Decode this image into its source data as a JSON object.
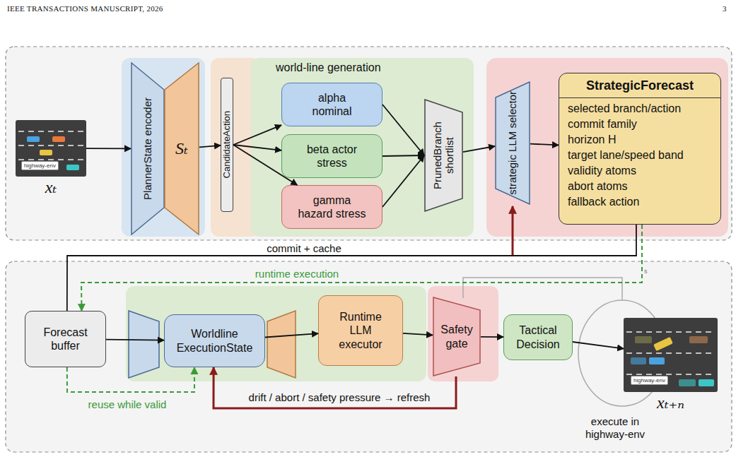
{
  "diagram": {
    "nodes": [
      {
        "text": [
          "highway-env",
          "xₜ"
        ]
      },
      {
        "text": [
          "PlannerState encoder"
        ]
      },
      {
        "text": [
          "Sₜ"
        ]
      },
      {
        "text": [
          "CandidateAction"
        ]
      },
      {
        "text": [
          "world-line generation"
        ]
      },
      {
        "text": [
          "alpha nominal"
        ],
        "in": 4
      },
      {
        "text": [
          "beta actor stress"
        ],
        "in": 4
      },
      {
        "text": [
          "gamma hazard stress"
        ],
        "in": 4
      },
      {
        "text": [
          "PrunedBranch shortlist"
        ],
        "in": 4
      },
      {
        "text": [
          "strategic LLM selector"
        ]
      },
      {
        "text": [
          "StrategicForecast",
          "selected branch/action",
          "commit family",
          "horizon H",
          "target lane/speed band",
          "validity atoms",
          "abort atoms",
          "fallback action"
        ]
      },
      {
        "text": [
          "Forecast buffer"
        ]
      },
      {
        "text": [
          "Worldline ExecutionState"
        ]
      },
      {
        "text": [
          "Runtime LLM executor"
        ]
      },
      {
        "text": [
          "Safety gate"
        ]
      },
      {
        "text": [
          "Tactical Decision"
        ]
      },
      {
        "text": [
          "highway-env",
          "xₜ₊ₙ"
        ]
      }
    ],
    "edges": [
      {
        "from": 0,
        "to": 1,
        "arrow": "to"
      },
      {
        "from": 2,
        "to": 3,
        "arrow": "to"
      },
      {
        "from": 3,
        "to": 5,
        "arrow": "to"
      },
      {
        "from": 3,
        "to": 6,
        "arrow": "to"
      },
      {
        "from": 3,
        "to": 7,
        "arrow": "to"
      },
      {
        "from": 5,
        "to": 8,
        "arrow": "to"
      },
      {
        "from": 6,
        "to": 8,
        "arrow": "to"
      },
      {
        "from": 7,
        "to": 8,
        "arrow": "to"
      },
      {
        "from": 8,
        "to": 9,
        "arrow": "to"
      },
      {
        "from": 9,
        "to": 10,
        "arrow": "to"
      },
      {
        "from": 10,
        "to": 11,
        "label": "commit + cache",
        "arrow": "none"
      },
      {
        "from": 10,
        "to": 11,
        "label": "runtime execution",
        "arrow": "to"
      },
      {
        "from": 11,
        "to": 12,
        "arrow": "to"
      },
      {
        "from": 11,
        "to": 12,
        "label": "reuse while valid",
        "arrow": "to"
      },
      {
        "from": 12,
        "to": 13,
        "arrow": "to"
      },
      {
        "from": 13,
        "to": 14,
        "arrow": "to"
      },
      {
        "from": 14,
        "to": 15,
        "arrow": "to"
      },
      {
        "from": 15,
        "to": 16,
        "arrow": "to"
      },
      {
        "from": 14,
        "to": 12,
        "label": "drift / abort / safety pressure → refresh",
        "arrow": "to"
      }
    ],
    "labels": [
      "IEEE TRANSACTIONS MANUSCRIPT, 2026",
      "3",
      "s",
      "execute in highway-env"
    ]
  }
}
